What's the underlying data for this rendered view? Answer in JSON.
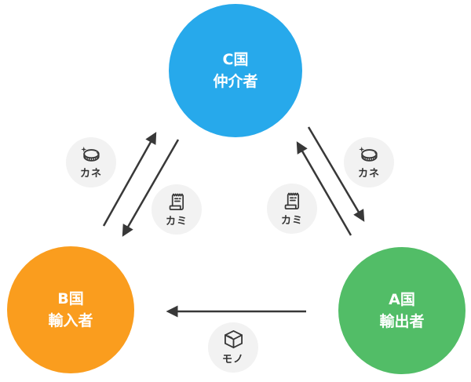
{
  "diagram": {
    "type": "triangular-trade-flow",
    "background_color": "#ffffff",
    "arrow_color": "#383838",
    "badge_background": "#f2f2f2",
    "badge_label_color": "#333333",
    "nodes": [
      {
        "id": "c",
        "country": "C国",
        "role": "仲介者",
        "color": "#27a9eb"
      },
      {
        "id": "b",
        "country": "B国",
        "role": "輸入者",
        "color": "#fa9d1e"
      },
      {
        "id": "a",
        "country": "A国",
        "role": "輸出者",
        "color": "#52bd67"
      }
    ],
    "flows": [
      {
        "label": "カネ",
        "icon": "coin-icon",
        "from": "B国 輸入者",
        "to": "C国 仲介者"
      },
      {
        "label": "カミ",
        "icon": "paper-icon",
        "from": "C国 仲介者",
        "to": "B国 輸入者"
      },
      {
        "label": "カミ",
        "icon": "paper-icon",
        "from": "A国 輸出者",
        "to": "C国 仲介者"
      },
      {
        "label": "カネ",
        "icon": "coin-icon",
        "from": "C国 仲介者",
        "to": "A国 輸出者"
      },
      {
        "label": "モノ",
        "icon": "box-icon",
        "from": "A国 輸出者",
        "to": "B国 輸入者"
      }
    ]
  }
}
